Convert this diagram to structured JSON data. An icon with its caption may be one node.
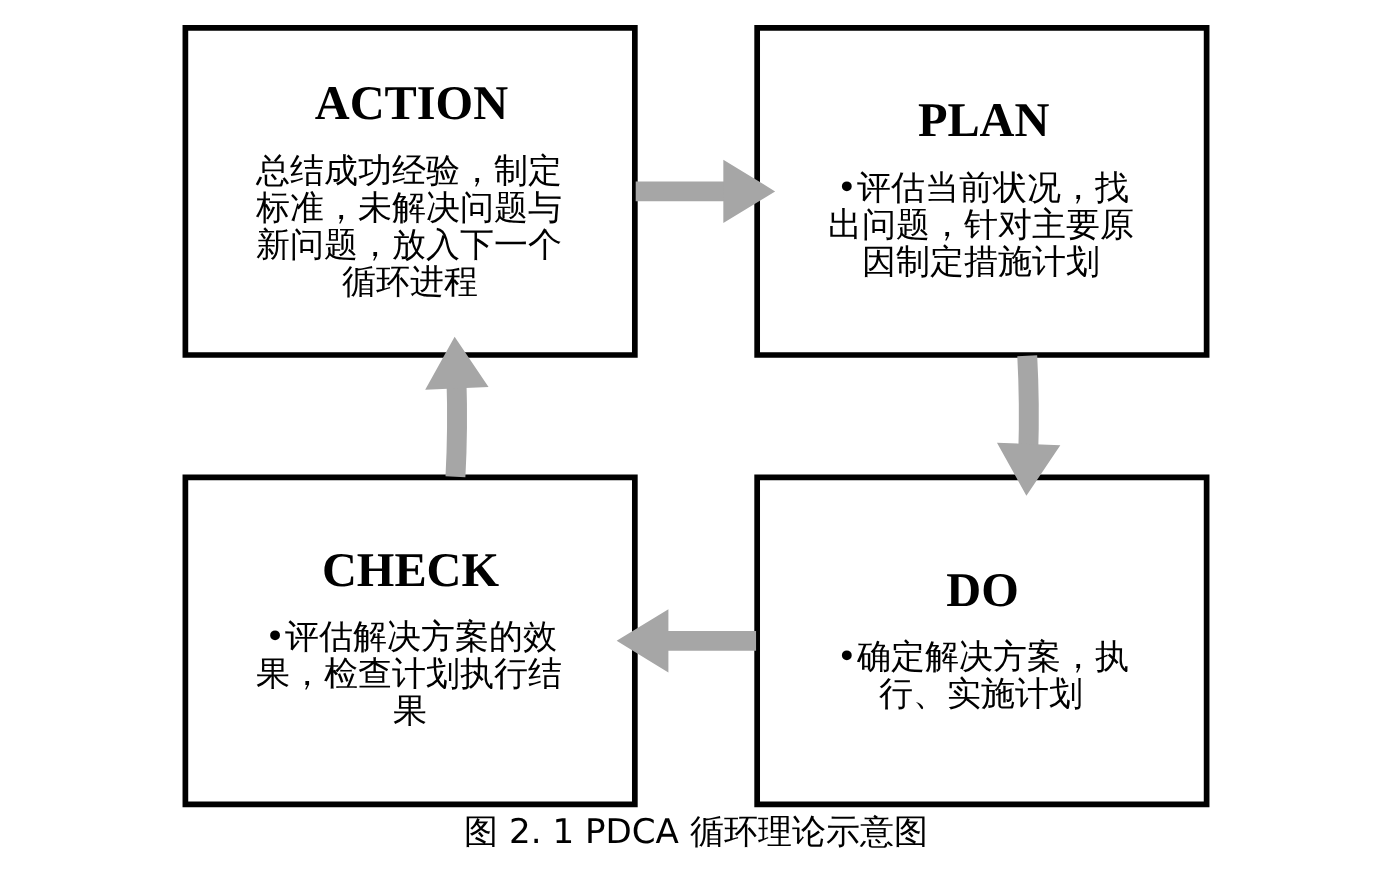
{
  "diagram": {
    "caption": "图 2. 1 PDCA 循环理论示意图",
    "nodes": [
      {
        "text": [
          "ACTION",
          "总结成功经验，制定标准，未解决问题与新问题，放入下一个循环进程"
        ]
      },
      {
        "text": [
          "PLAN",
          "•评估当前状况，找出问题，针对主要原因制定措施计划"
        ]
      },
      {
        "text": [
          "CHECK",
          "•评估解决方案的效果，检查计划执行结果"
        ]
      },
      {
        "text": [
          "DO",
          "•确定解决方案，执行、实施计划"
        ]
      }
    ],
    "edges": [
      {
        "from": 0,
        "to": 1,
        "arrow": "to"
      },
      {
        "from": 1,
        "to": 3,
        "arrow": "to"
      },
      {
        "from": 3,
        "to": 2,
        "arrow": "to"
      },
      {
        "from": 2,
        "to": 0,
        "arrow": "to"
      }
    ]
  }
}
